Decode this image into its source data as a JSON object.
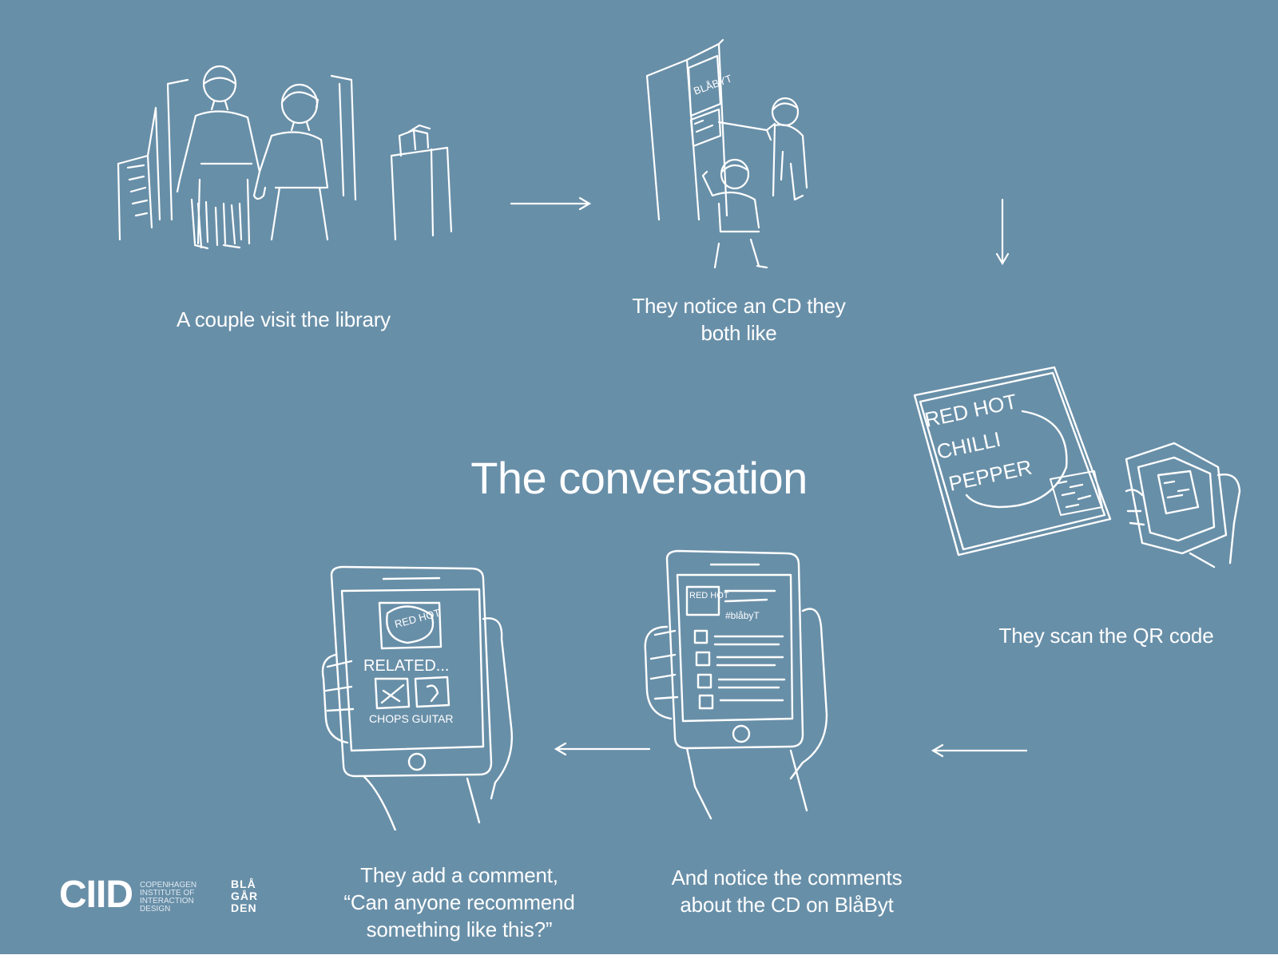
{
  "colors": {
    "background": "#688fa8",
    "ink": "#ffffff"
  },
  "title": "The conversation",
  "steps": [
    {
      "id": "visit",
      "lines": [
        "A couple visit the library"
      ],
      "icon": "couple-in-library-sketch"
    },
    {
      "id": "notice",
      "lines": [
        "They notice an CD they",
        "both like"
      ],
      "icon": "cd-shelf-sketch"
    },
    {
      "id": "scan",
      "lines": [
        "They scan the QR code"
      ],
      "icon": "qr-scan-sketch"
    },
    {
      "id": "comments",
      "lines": [
        "And notice the comments",
        "about the CD on BlåByt"
      ],
      "icon": "phone-comments-sketch"
    },
    {
      "id": "add",
      "lines": [
        "They add a comment,",
        "“Can anyone recommend",
        "something like this?”"
      ],
      "icon": "phone-related-sketch"
    }
  ],
  "sketch_text": {
    "shelf_sign": "BLÅBYT",
    "cd_line1": "RED HOT",
    "cd_line2": "CHILLI",
    "cd_line3": "PEPPER",
    "phone_cd": "RED HOT",
    "phone_hash": "#blåbyT",
    "related": "RELATED...",
    "related_items": "CHOPS GUITAR"
  },
  "logos": {
    "ciid_mark": "CIID",
    "ciid_lines": [
      "COPENHAGEN",
      "INSTITUTE OF",
      "INTERACTION",
      "DESIGN"
    ],
    "blagarden_lines": [
      "BLÅ",
      "GÅR",
      "DEN"
    ]
  }
}
